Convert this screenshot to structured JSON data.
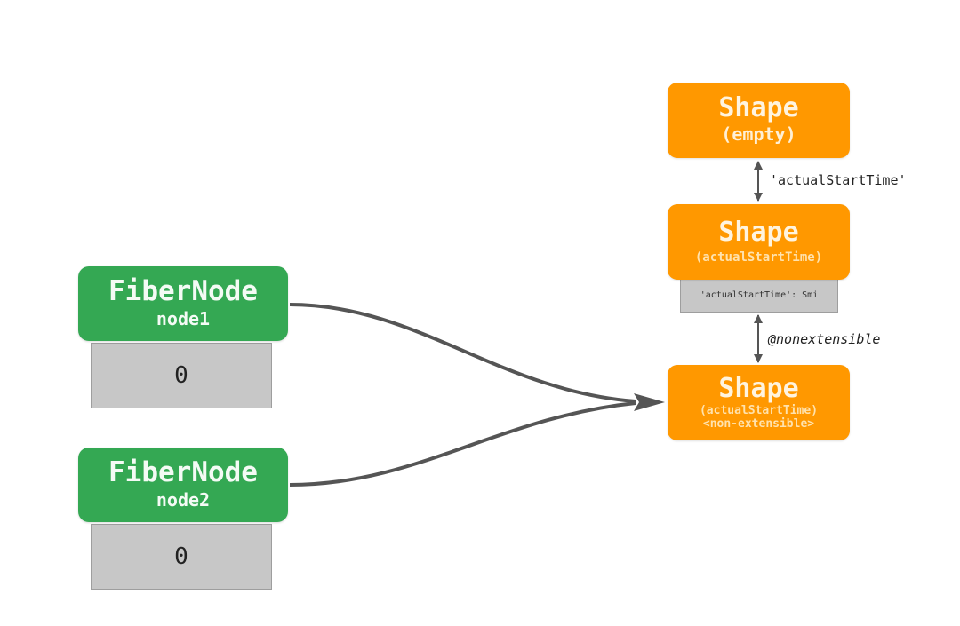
{
  "fiber_nodes": [
    {
      "title": "FiberNode",
      "name": "node1",
      "slot_value": "0"
    },
    {
      "title": "FiberNode",
      "name": "node2",
      "slot_value": "0"
    }
  ],
  "shapes": [
    {
      "title": "Shape",
      "sub": "(empty)"
    },
    {
      "title": "Shape",
      "sub": "(actualStartTime)",
      "property": "'actualStartTime': Smi"
    },
    {
      "title": "Shape",
      "sub": "(actualStartTime)",
      "sub2": "<non-extensible>"
    }
  ],
  "transitions": {
    "empty_to_actual": "'actualStartTime'",
    "actual_to_nonext": "@nonextensible"
  },
  "colors": {
    "fiber_node": "#34a853",
    "shape": "#ff9800",
    "slot": "#c7c7c7",
    "arrow": "#555555"
  }
}
